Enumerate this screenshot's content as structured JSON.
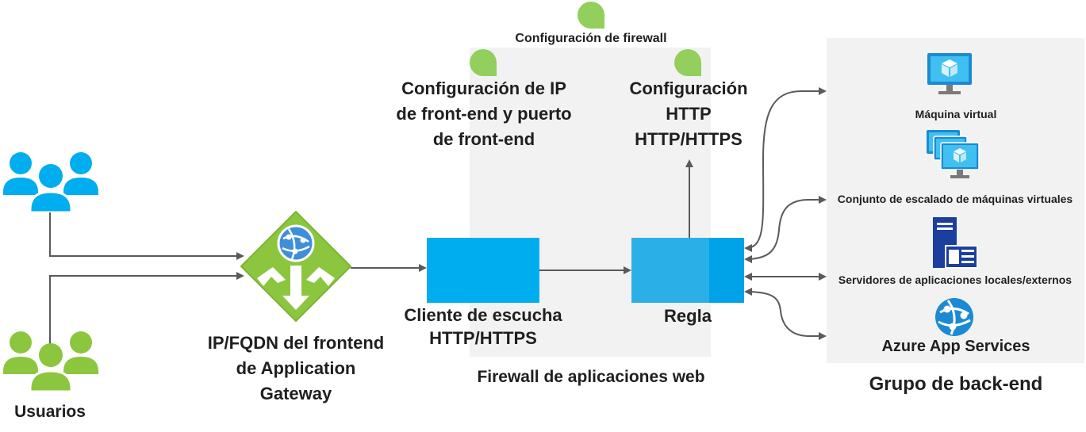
{
  "users_label": "Usuarios",
  "gateway_label": [
    "IP/FQDN del frontend",
    "de Application",
    "Gateway"
  ],
  "firewall_config_label": "Configuración de firewall",
  "frontend_ip_label": [
    "Configuración de IP",
    "de front-end y puerto",
    "de front-end"
  ],
  "http_config_label": [
    "Configuración",
    "HTTP",
    "HTTP/HTTPS"
  ],
  "listener_label": [
    "Cliente de escucha",
    "HTTP/HTTPS"
  ],
  "rule_label": "Regla",
  "waf_label": "Firewall de aplicaciones web",
  "backend": {
    "vm_label": "Máquina virtual",
    "vmss_label": "Conjunto de escalado de máquinas virtuales",
    "servers_label": "Servidores de aplicaciones locales/externos",
    "app_services_label": "Azure App Services",
    "pool_label": "Grupo de back-end"
  },
  "icons": [
    "users-blue-icon",
    "users-green-icon",
    "application-gateway-icon",
    "config-leaf-icon",
    "virtual-machine-icon",
    "vm-scale-set-icon",
    "server-icon",
    "app-services-icon"
  ],
  "colors": {
    "blue": "#00adef",
    "rule_blue": "#2ab0e6",
    "green": "#8cc63f",
    "leaf_green": "#92cf5d",
    "panel_gray": "#f2f2f2",
    "arrow": "#5a5a5a"
  }
}
